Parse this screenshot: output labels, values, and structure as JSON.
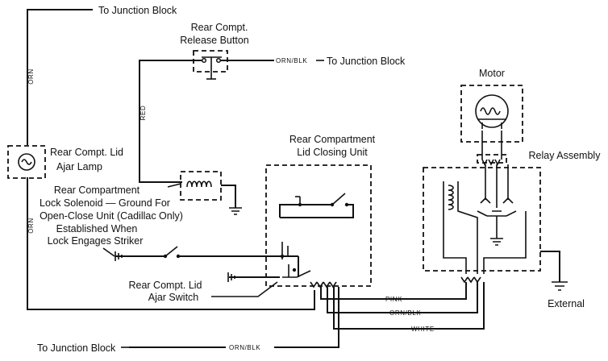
{
  "labels": {
    "junction_top": "To Junction Block",
    "release_button": [
      "Rear Compt.",
      "Release Button"
    ],
    "junction_mid": "To Junction Block",
    "motor": "Motor",
    "closing_unit": [
      "Rear Compartment",
      "Lid Closing Unit"
    ],
    "relay_assembly": "Relay Assembly",
    "ajar_lamp": [
      "Rear Compt. Lid",
      "Ajar Lamp"
    ],
    "solenoid_note": [
      "Rear Compartment",
      "Lock Solenoid — Ground For",
      "Open-Close Unit (Cadillac Only)",
      "Established When",
      "Lock Engages Striker"
    ],
    "ajar_switch": [
      "Rear Compt. Lid",
      "Ajar Switch"
    ],
    "external": "External",
    "junction_bottom": "To Junction Block"
  },
  "wire_colors": {
    "orn": "ORN",
    "orn_blk": "ORN/BLK",
    "red": "RED",
    "pink": "PINK",
    "white": "WHITE"
  }
}
